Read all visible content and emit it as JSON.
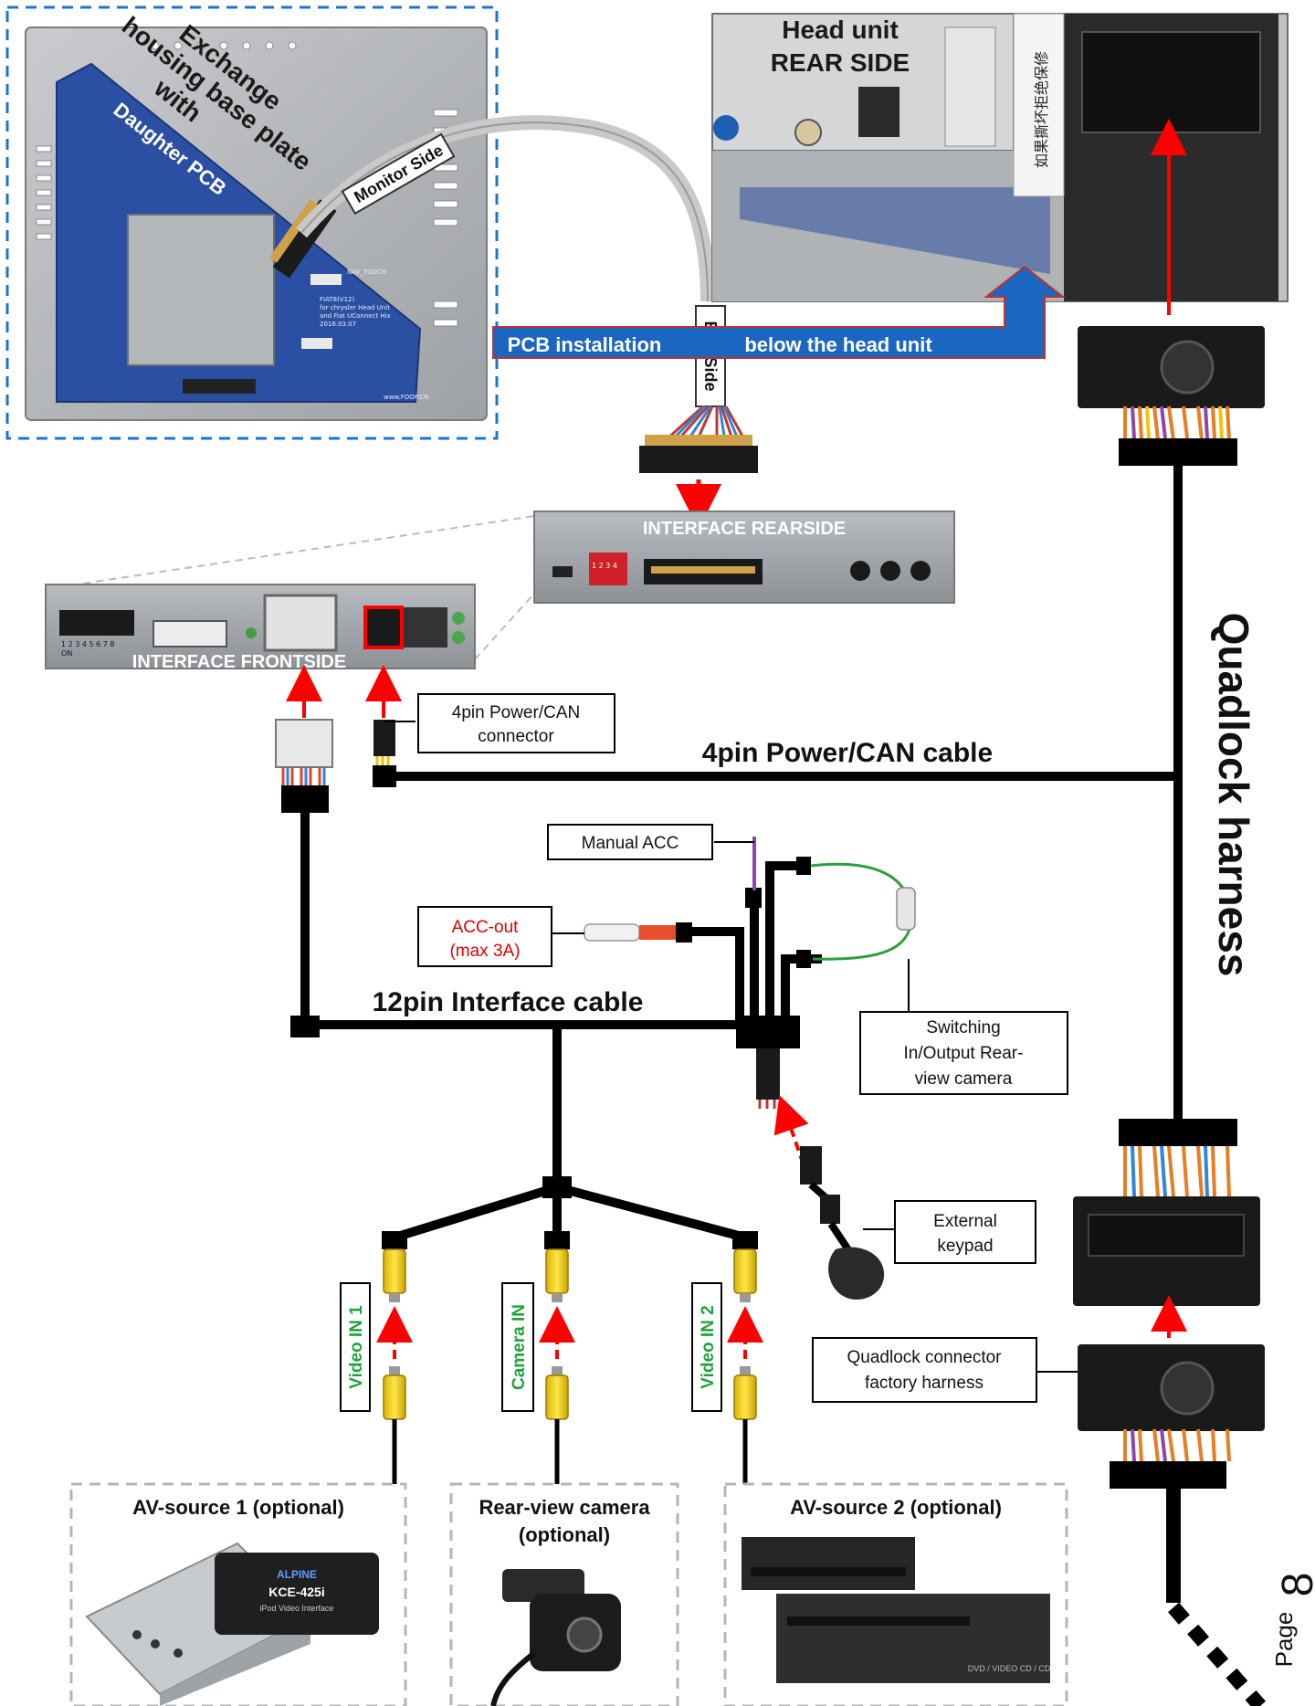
{
  "pcb": {
    "title_lines": [
      "Exchange",
      "housing base plate",
      "with"
    ],
    "daughter": "Daughter PCB",
    "silk_lines": [
      "FIAT8(V12)",
      "for chrysler Head Unit",
      "and Fiat UConnect Hix",
      "2016.03.07"
    ],
    "silk_top": "NAV_TOUCH",
    "silk_web": "www.FOOP.CN"
  },
  "ribbon": {
    "monitor_side": "Monitor Side",
    "box_side": "Box Side"
  },
  "head_unit": {
    "line1": "Head unit",
    "line2": "REAR SIDE",
    "sticker": "如果撕坏拒绝保修"
  },
  "install_banner": {
    "left": "PCB installation",
    "right": "below the head unit"
  },
  "interface": {
    "rear_label": "INTERFACE REARSIDE",
    "front_label": "INTERFACE  FRONTSIDE",
    "dip_nums": "1 2 3 4",
    "dip_front_nums": "1 2 3 4 5 6 7 8",
    "dip_on": "ON"
  },
  "labels": {
    "pin4_connector_l1": "4pin Power/CAN",
    "pin4_connector_l2": "connector",
    "pin4_cable": "4pin Power/CAN cable",
    "quadlock_harness": "Quadlock harness",
    "manual_acc": "Manual ACC",
    "acc_out_l1": "ACC-out",
    "acc_out_l2": "(max 3A)",
    "pin12_cable": "12pin Interface cable",
    "switching_l1": "Switching",
    "switching_l2": "In/Output Rear-",
    "switching_l3": "view camera",
    "keypad_l1": "External",
    "keypad_l2": "keypad",
    "quadlock_conn_l1": "Quadlock connector",
    "quadlock_conn_l2": "factory harness",
    "video_in_1": "Video IN 1",
    "camera_in": "Camera IN",
    "video_in_2": "Video IN 2",
    "page_word": "Page",
    "page_num": "8"
  },
  "sources": {
    "av1_title": "AV-source 1 (optional)",
    "av1_device_brand": "ALPINE",
    "av1_device_model": "KCE-425i",
    "av1_device_sub": "iPod Video Interface",
    "cam_title_l1": "Rear-view camera",
    "cam_title_l2": "(optional)",
    "av2_title": "AV-source 2 (optional)",
    "av2_changer_text": "DVD / VIDEO CD / CD"
  },
  "colors": {
    "cable": "#000000",
    "arrow": "#ff0000",
    "pcb_blue": "#2b4fa3",
    "banner_blue": "#1a66c0",
    "label_green": "#1fa33a",
    "label_red": "#e00000",
    "dashed_blue": "#1e73d1",
    "dashed_gray": "#b5b5b5"
  }
}
